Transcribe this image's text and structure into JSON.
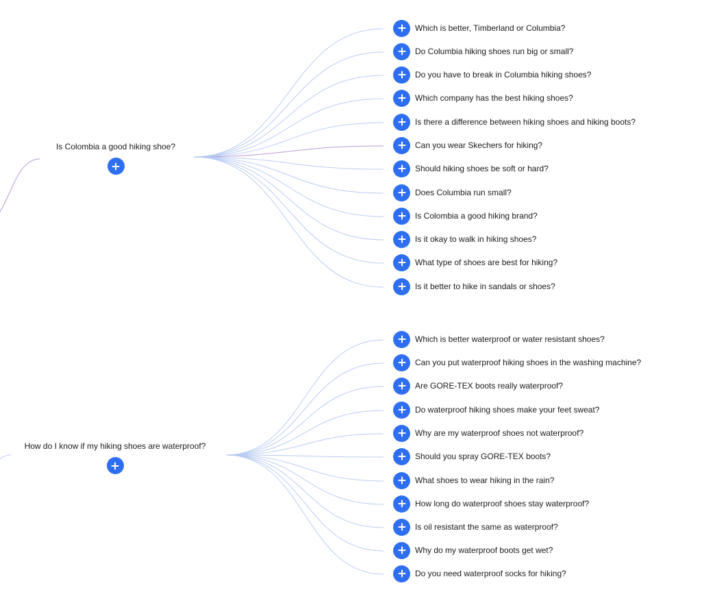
{
  "colors": {
    "accent": "#2e6ff2",
    "link": "#b9ccf2",
    "link_highlight": "#b99ad6",
    "text": "#1a1a1a"
  },
  "icons": {
    "expand": "plus-icon"
  },
  "groups": [
    {
      "question": "Is Colombia a good hiking shoe?",
      "children": [
        "Which is better, Timberland or Columbia?",
        "Do Columbia hiking shoes run big or small?",
        "Do you have to break in Columbia hiking shoes?",
        "Which company has the best hiking shoes?",
        "Is there a difference between hiking shoes and hiking boots?",
        "Can you wear Skechers for hiking?",
        "Should hiking shoes be soft or hard?",
        "Does Columbia run small?",
        "Is Colombia a good hiking brand?",
        "Is it okay to walk in hiking shoes?",
        "What type of shoes are best for hiking?",
        "Is it better to hike in sandals or shoes?"
      ]
    },
    {
      "question": "How do I know if my hiking shoes are waterproof?",
      "children": [
        "Which is better waterproof or water resistant shoes?",
        "Can you put waterproof hiking shoes in the washing machine?",
        "Are GORE-TEX boots really waterproof?",
        "Do waterproof hiking shoes make your feet sweat?",
        "Why are my waterproof shoes not waterproof?",
        "Should you spray GORE-TEX boots?",
        "What shoes to wear hiking in the rain?",
        "How long do waterproof shoes stay waterproof?",
        "Is oil resistant the same as waterproof?",
        "Why do my waterproof boots get wet?",
        "Do you need waterproof socks for hiking?"
      ]
    }
  ]
}
